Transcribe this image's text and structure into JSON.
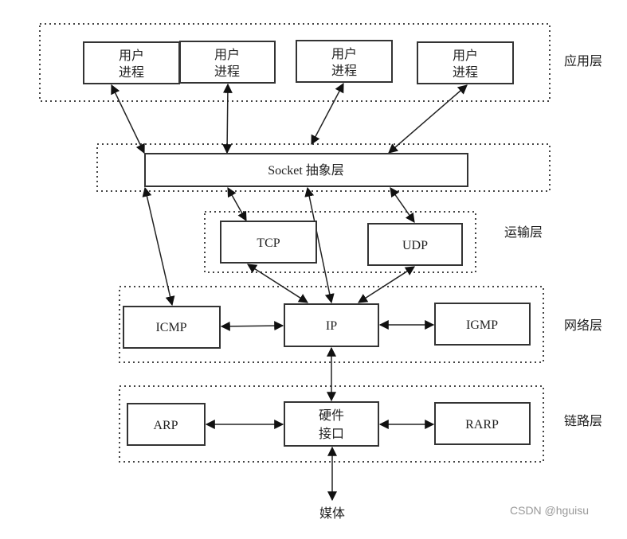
{
  "diagram": {
    "layers": {
      "application": "应用层",
      "transport": "运输层",
      "network": "网络层",
      "link": "链路层"
    },
    "application_nodes": [
      {
        "line1": "用户",
        "line2": "进程"
      },
      {
        "line1": "用户",
        "line2": "进程"
      },
      {
        "line1": "用户",
        "line2": "进程"
      },
      {
        "line1": "用户",
        "line2": "进程"
      }
    ],
    "socket": "Socket 抽象层",
    "transport_nodes": [
      "TCP",
      "UDP"
    ],
    "network_nodes": [
      "ICMP",
      "IP",
      "IGMP"
    ],
    "link_nodes": {
      "arp": "ARP",
      "hw_line1": "硬件",
      "hw_line2": "接口",
      "rarp": "RARP"
    },
    "media": "媒体",
    "edges": [
      [
        "用户进程1",
        "Socket 抽象层",
        "bidirectional"
      ],
      [
        "用户进程2",
        "Socket 抽象层",
        "bidirectional"
      ],
      [
        "用户进程3",
        "Socket 抽象层",
        "bidirectional"
      ],
      [
        "用户进程4",
        "Socket 抽象层",
        "bidirectional"
      ],
      [
        "Socket 抽象层",
        "TCP",
        "bidirectional"
      ],
      [
        "Socket 抽象层",
        "UDP",
        "bidirectional"
      ],
      [
        "Socket 抽象层",
        "ICMP",
        "bidirectional"
      ],
      [
        "Socket 抽象层",
        "IP",
        "bidirectional"
      ],
      [
        "TCP",
        "IP",
        "bidirectional"
      ],
      [
        "UDP",
        "IP",
        "bidirectional"
      ],
      [
        "ICMP",
        "IP",
        "bidirectional"
      ],
      [
        "IP",
        "IGMP",
        "bidirectional"
      ],
      [
        "IP",
        "硬件接口",
        "bidirectional"
      ],
      [
        "ARP",
        "硬件接口",
        "bidirectional"
      ],
      [
        "硬件接口",
        "RARP",
        "bidirectional"
      ],
      [
        "硬件接口",
        "媒体",
        "bidirectional"
      ]
    ]
  },
  "watermark": "CSDN @hguisu"
}
